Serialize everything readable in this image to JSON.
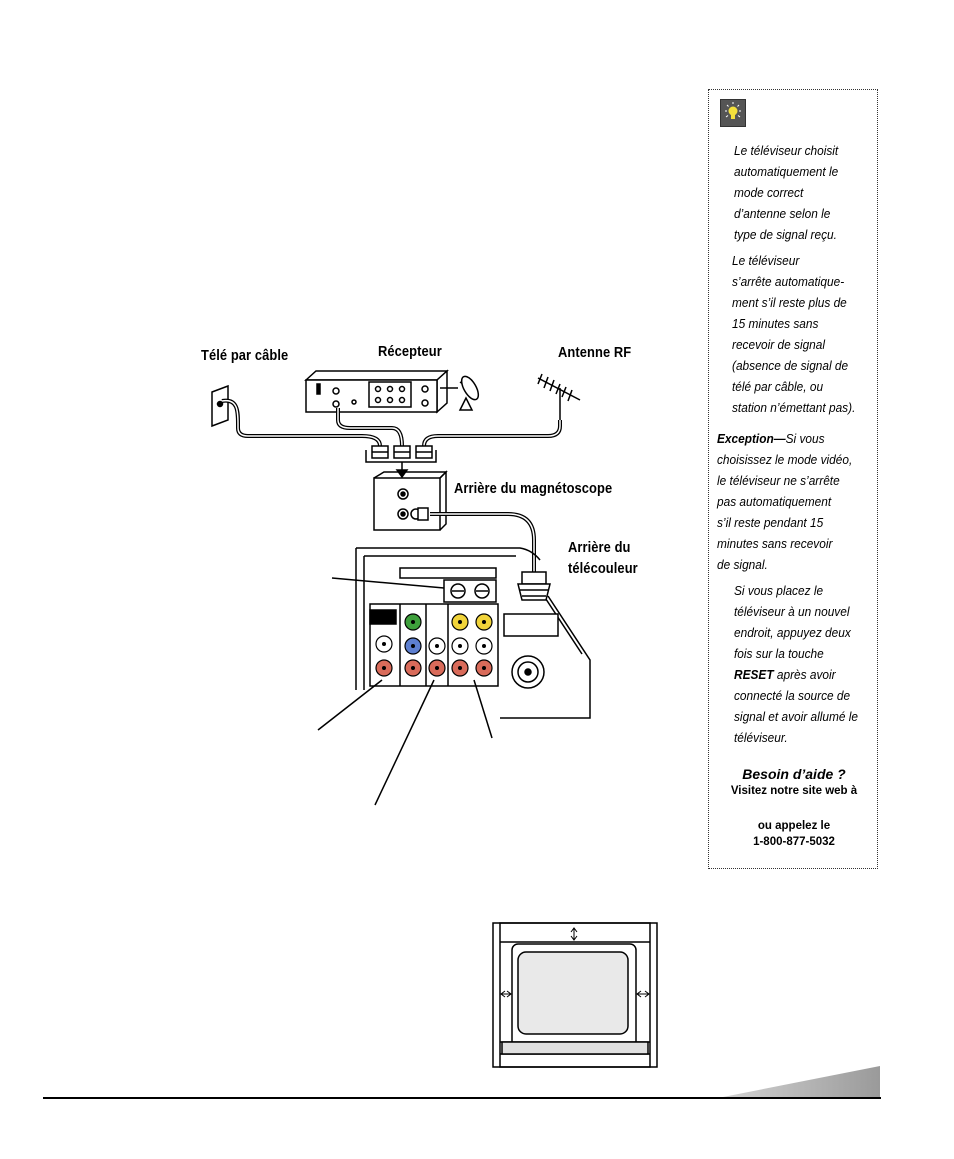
{
  "diagram": {
    "labels": {
      "cable_tv": "Télé par câble",
      "receiver": "Récepteur",
      "rf_antenna": "Antenne RF",
      "vcr_back": "Arrière du magnétoscope",
      "tv_back_line1": "Arrière du",
      "tv_back_line2": "télécouleur"
    }
  },
  "sidebar": {
    "icon": "lightbulb-icon",
    "para1": "Le téléviseur choisit\nautomatiquement le\nmode correct\nd’antenne selon le\ntype de signal reçu.",
    "para2": "Le téléviseur\ns’arrête automatique-\nment s’il reste plus de\n15 minutes sans\nrecevoir de signal\n(absence de signal de\ntélé par câble, ou\nstation n’émettant pas).",
    "exception_label": "Exception—",
    "exception_text": "Si vous\nchoisissez le mode vidéo,\nle téléviseur ne s’arrête\npas automatiquement\ns’il reste pendant 15\nminutes sans recevoir\nde signal.",
    "para4_before": "Si vous placez le\ntéléviseur à un nouvel\nendroit, appuyez deux\nfois sur la touche\n",
    "para4_bold": "RESET",
    "para4_after": " après avoir\nconnecté la source de\nsignal et avoir allumé le\ntéléviseur.",
    "help_title": "Besoin d’aide ?",
    "help_line1": "Visitez notre site web à",
    "help_line2": "ou appelez le\n1-800-877-5032"
  }
}
